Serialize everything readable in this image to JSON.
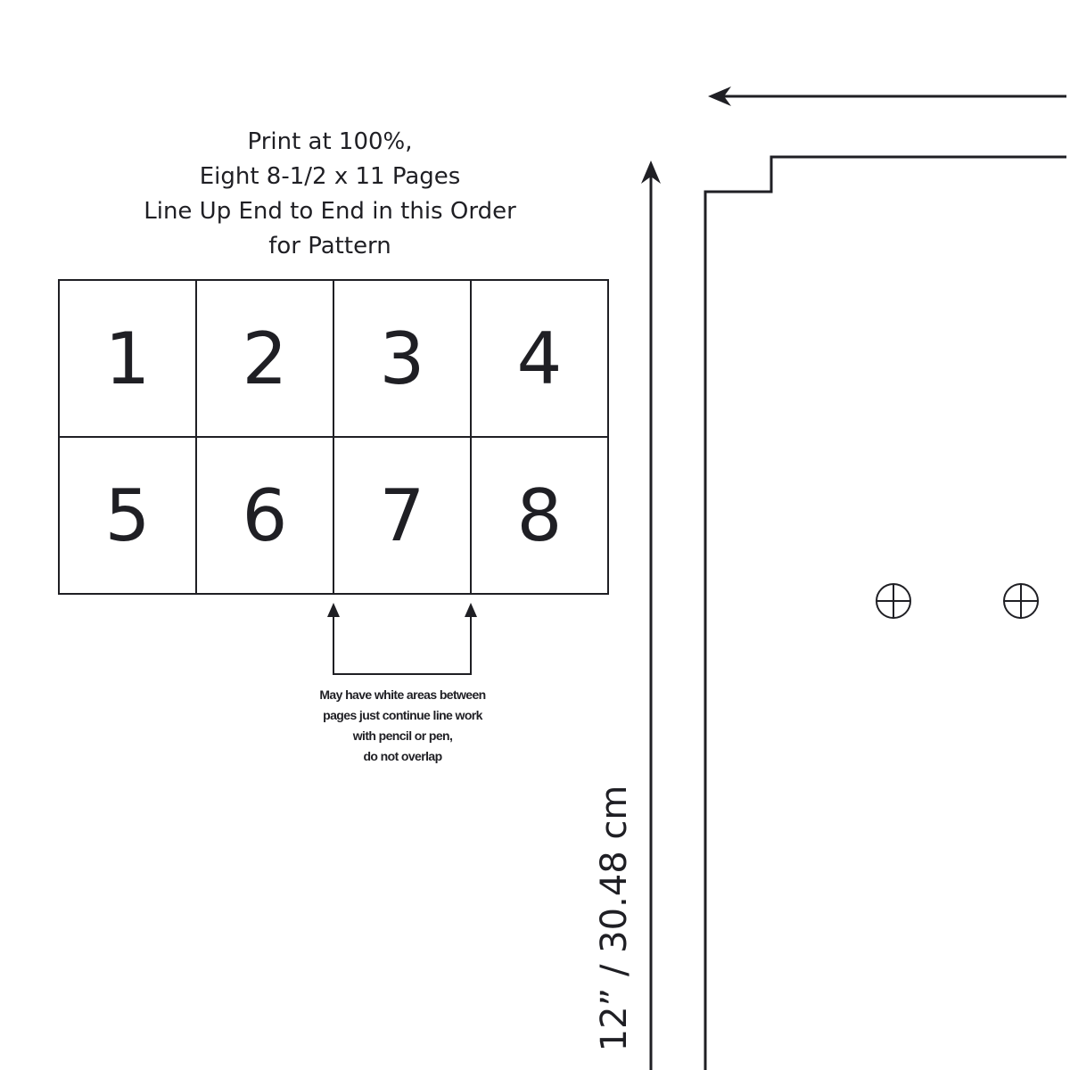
{
  "instructions": {
    "line1": "Print at 100%,",
    "line2": "Eight 8-1/2 x 11 Pages",
    "line3": "Line Up End to End in this Order",
    "line4": "for Pattern"
  },
  "pages": [
    "1",
    "2",
    "3",
    "4",
    "5",
    "6",
    "7",
    "8"
  ],
  "note": {
    "line1": "May have white areas between",
    "line2": "pages just continue line work",
    "line3": "with pencil or pen,",
    "line4": "do not overlap"
  },
  "dimension_label": "12” / 30.48 cm",
  "colors": {
    "ink": "#1f1f24",
    "background": "#ffffff"
  }
}
